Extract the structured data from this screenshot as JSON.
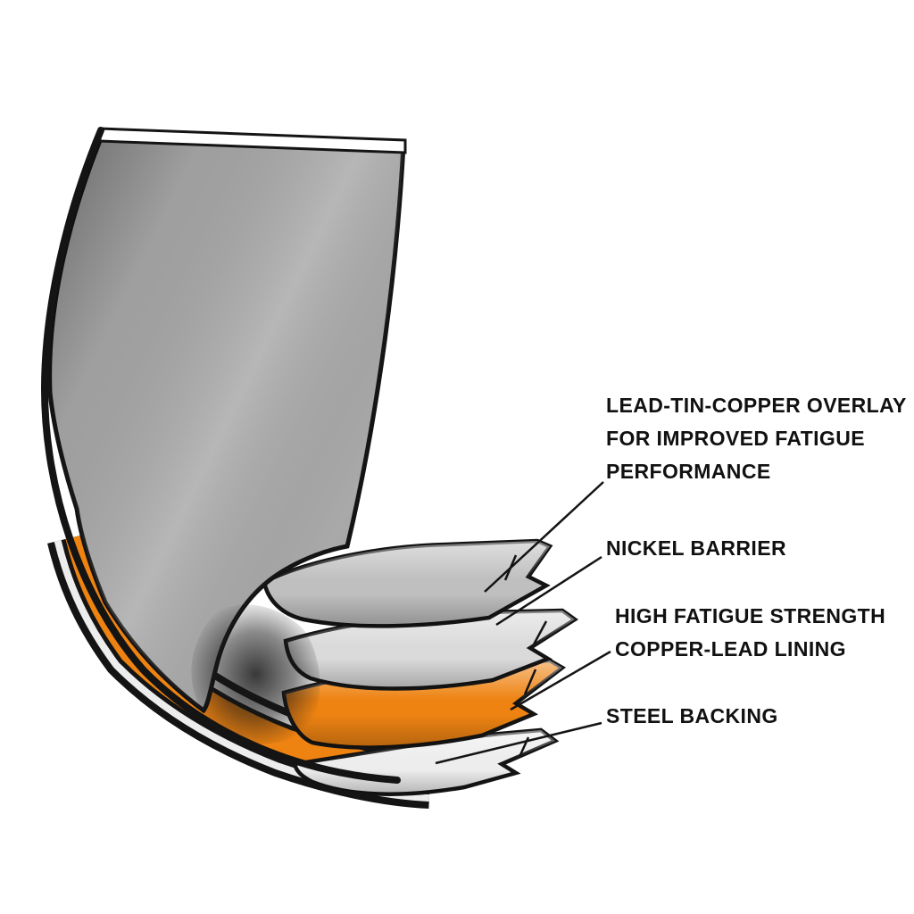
{
  "figure": {
    "type": "cutaway-layer-diagram",
    "subject": "engine bearing shell material layers",
    "background": "#ffffff",
    "colors": {
      "outline": "#141414",
      "face_gray": "#a9a9a9",
      "overlay_gray": "#bfbfbf",
      "nickel_gray": "#dadada",
      "copper_lead_orange": "#ee8312",
      "steel_light": "#ededed",
      "top_strip": "#ffffff",
      "text": "#111111"
    },
    "layers": [
      {
        "name": "lead-tin-copper-overlay",
        "label_lines": [
          "LEAD-TIN-COPPER OVERLAY",
          "FOR IMPROVED FATIGUE",
          "PERFORMANCE"
        ]
      },
      {
        "name": "nickel-barrier",
        "label_lines": [
          "NICKEL BARRIER"
        ]
      },
      {
        "name": "copper-lead-lining",
        "label_lines": [
          "HIGH FATIGUE STRENGTH",
          "COPPER-LEAD LINING"
        ]
      },
      {
        "name": "steel-backing",
        "label_lines": [
          "STEEL BACKING"
        ]
      }
    ]
  }
}
